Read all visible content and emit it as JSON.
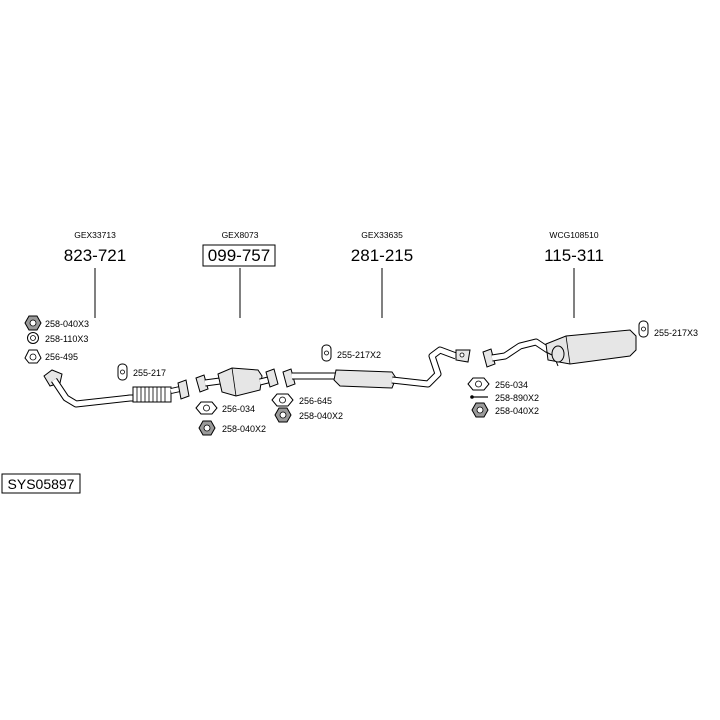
{
  "system_code": "SYS05897",
  "groups": [
    {
      "ref": "GEX33713",
      "number": "823-721",
      "boxed": false
    },
    {
      "ref": "GEX8073",
      "number": "099-757",
      "boxed": true
    },
    {
      "ref": "GEX33635",
      "number": "281-215",
      "boxed": false
    },
    {
      "ref": "WCG108510",
      "number": "115-311",
      "boxed": false
    }
  ],
  "parts": {
    "p1": "258-040X3",
    "p2": "258-110X3",
    "p3": "256-495",
    "p4": "255-217",
    "p5": "256-034",
    "p6": "258-040X2",
    "p7": "255-217X2",
    "p8": "256-645",
    "p9": "258-040X2",
    "p10": "256-034",
    "p11": "258-890X2",
    "p12": "258-040X2",
    "p13": "255-217X3"
  },
  "colors": {
    "line": "#000000",
    "fill_light": "#e6e6e6",
    "fill_mid": "#c8c8c8",
    "nut": "#9a9a9a"
  },
  "icons": [
    "hex-nut-icon",
    "washer-icon",
    "gasket-icon",
    "rubber-hanger-icon",
    "bolt-icon"
  ]
}
